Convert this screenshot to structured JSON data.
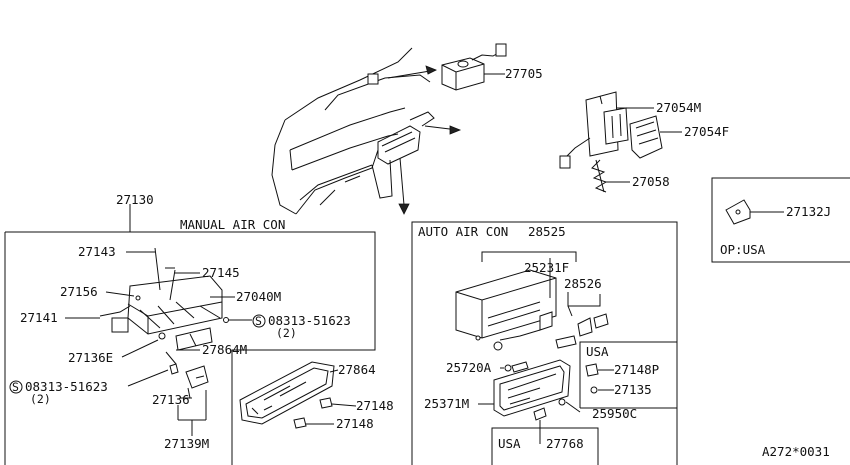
{
  "sections": {
    "manual_air_con": "MANUAL AIR CON",
    "auto_air_con": "AUTO AIR CON"
  },
  "parts": {
    "p27705": "27705",
    "p27054M": "27054M",
    "p27054F": "27054F",
    "p27058": "27058",
    "p27132J": "27132J",
    "op_usa": "OP:USA",
    "p27130": "27130",
    "p27143": "27143",
    "p27145": "27145",
    "p27156": "27156",
    "p27040M": "27040M",
    "p27141": "27141",
    "screw_a": "08313-51623",
    "screw_a_qty": "(2)",
    "p27136E": "27136E",
    "p27864M": "27864M",
    "screw_b": "08313-51623",
    "screw_b_qty": "(2)",
    "p27136": "27136",
    "p27139M": "27139M",
    "p27864": "27864",
    "p27148a": "27148",
    "p27148b": "27148",
    "p28525": "28525",
    "p25231F": "25231F",
    "p28526": "28526",
    "usa_a": "USA",
    "p27148P": "27148P",
    "p27135": "27135",
    "p25720A": "25720A",
    "p25371M": "25371M",
    "p25950C": "25950C",
    "usa_b": "USA",
    "p27768": "27768"
  },
  "screw_symbol": "S",
  "figure_code": "A272*0031"
}
